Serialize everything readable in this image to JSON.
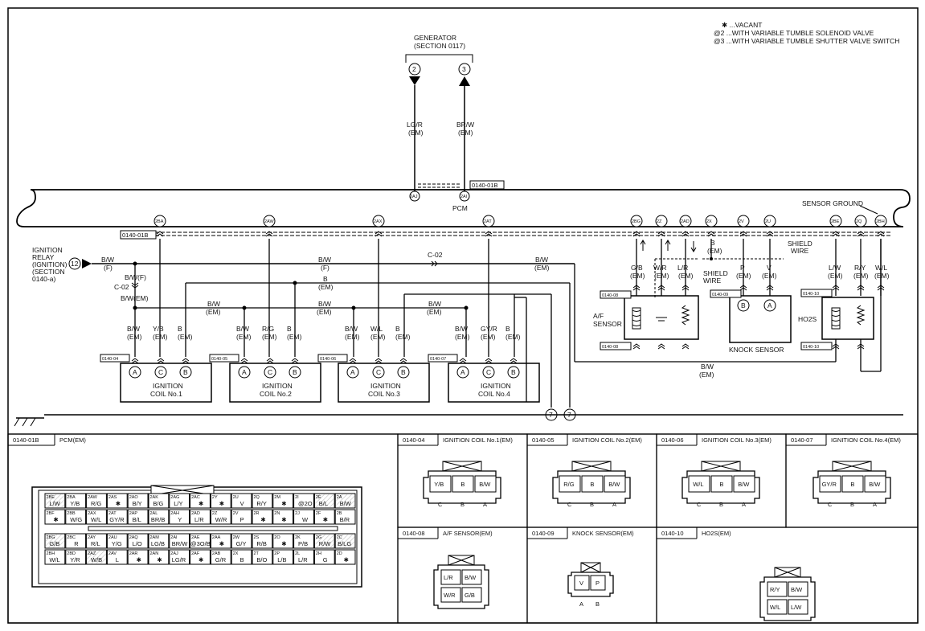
{
  "legend": {
    "lines": [
      "✱ ...VACANT",
      "@2 ...WITH VARIABLE TUMBLE SOLENOID VALVE",
      "@3 ...WITH VARIABLE TUMBLE SHUTTER VALVE SWITCH"
    ]
  },
  "generator": {
    "title": "GENERATOR",
    "section": "(SECTION 0117)",
    "pin_a": "2",
    "pin_b": "3",
    "wire_a": "LG/R",
    "wire_b": "BR/W",
    "harness": "(EM)",
    "connector": "0140-01B",
    "term_a": "2AJ",
    "term_b": "2AI"
  },
  "pcm": {
    "label": "PCM",
    "sensor_ground": "SENSOR GROUND",
    "connector": "0140-01B"
  },
  "pcm_terms": [
    "2BA",
    "2AW",
    "2AX",
    "2AT",
    "2BG",
    "2Z",
    "2AD",
    "2X",
    "2V",
    "2U",
    "2BE",
    "2Q",
    "2BH"
  ],
  "relay": {
    "lines": [
      "IGNITION",
      "RELAY",
      "(IGNITION)",
      "(SECTION",
      "0140-a)"
    ],
    "pin": "12",
    "wire": "B/W",
    "harness": "(F)",
    "joint": "C-02",
    "wire2": "B/W(F)",
    "wire3": "B/W(EM)",
    "c02_mid": "C-02"
  },
  "wires": {
    "bw": "B/W",
    "b": "B",
    "em": "(EM)",
    "f": "(F)",
    "bwem": "B/W\n(EM)"
  },
  "coils": [
    {
      "connector": "0140-04",
      "title": "IGNITION",
      "subtitle": "COIL No.1",
      "w": [
        "B/W",
        "Y/B",
        "B"
      ],
      "pins": [
        "A",
        "C",
        "B"
      ]
    },
    {
      "connector": "0140-05",
      "title": "IGNITION",
      "subtitle": "COIL No.2",
      "w": [
        "B/W",
        "R/G",
        "B"
      ],
      "pins": [
        "A",
        "C",
        "B"
      ]
    },
    {
      "connector": "0140-06",
      "title": "IGNITION",
      "subtitle": "COIL No.3",
      "w": [
        "B/W",
        "W/L",
        "B"
      ],
      "pins": [
        "A",
        "C",
        "B"
      ]
    },
    {
      "connector": "0140-07",
      "title": "IGNITION",
      "subtitle": "COIL No.4",
      "w": [
        "B/W",
        "GY/R",
        "B"
      ],
      "pins": [
        "A",
        "C",
        "B"
      ]
    }
  ],
  "af_sensor": {
    "label": [
      "A/F",
      "SENSOR"
    ],
    "connector": "0140-08",
    "w": [
      "G/B",
      "W/R",
      "L/R"
    ]
  },
  "knock": {
    "label": "KNOCK SENSOR",
    "connector": "0140-09",
    "w": [
      "P",
      "V"
    ],
    "pins": [
      "B",
      "A"
    ],
    "shield": [
      "SHIELD",
      "WIRE"
    ],
    "b_wire": "B",
    "shield2": [
      "SHIELD",
      "WIRE"
    ]
  },
  "ho2s": {
    "label": "HO2S",
    "connector": "0140-10",
    "w": [
      "L/W",
      "R/Y",
      "W/L"
    ]
  },
  "ground_pin": "7",
  "bottom_bw": "B/W",
  "panels": {
    "pcm_conn": {
      "code": "0140-01B",
      "title": "PCM(EM)"
    },
    "c04": {
      "code": "0140-04",
      "title": "IGNITION COIL No.1(EM)",
      "cells": [
        "Y/B",
        "B",
        "B/W"
      ],
      "pins": [
        "C",
        "B",
        "A"
      ]
    },
    "c05": {
      "code": "0140-05",
      "title": "IGNITION COIL No.2(EM)",
      "cells": [
        "R/G",
        "B",
        "B/W"
      ],
      "pins": [
        "C",
        "B",
        "A"
      ]
    },
    "c06": {
      "code": "0140-06",
      "title": "IGNITION COIL No.3(EM)",
      "cells": [
        "W/L",
        "B",
        "B/W"
      ],
      "pins": [
        "C",
        "B",
        "A"
      ]
    },
    "c07": {
      "code": "0140-07",
      "title": "IGNITION COIL No.4(EM)",
      "cells": [
        "GY/R",
        "B",
        "B/W"
      ],
      "pins": [
        "C",
        "B",
        "A"
      ]
    },
    "c08": {
      "code": "0140-08",
      "title": "A/F SENSOR(EM)",
      "cells": [
        "L/R",
        "B/W",
        "W/R",
        "G/B"
      ]
    },
    "c09": {
      "code": "0140-09",
      "title": "KNOCK SENSOR(EM)",
      "cells": [
        "V",
        "P"
      ],
      "pins": [
        "A",
        "B"
      ]
    },
    "c10": {
      "code": "0140-10",
      "title": "HO2S(EM)",
      "cells": [
        "R/Y",
        "B/W",
        "W/L",
        "L/W"
      ]
    }
  },
  "pcm_grid": {
    "rows": [
      [
        [
          "2BE",
          "L/W"
        ],
        [
          "2BA",
          "Y/B"
        ],
        [
          "2AW",
          "R/G"
        ],
        [
          "2AS",
          "✱"
        ],
        [
          "2AO",
          "B/Y"
        ],
        [
          "2AK",
          "B/G"
        ],
        [
          "2AG",
          "L/Y"
        ],
        [
          "2AC",
          "✱"
        ],
        [
          "2Y",
          "✱"
        ],
        [
          "2U",
          "V"
        ],
        [
          "2Q",
          "R/Y"
        ],
        [
          "2M",
          "✱"
        ],
        [
          "2I",
          "@2O"
        ],
        [
          "2E",
          "B/L"
        ],
        [
          "2A",
          "B/W"
        ]
      ],
      [
        [
          "2BF",
          "✱"
        ],
        [
          "2BB",
          "W/G"
        ],
        [
          "2AX",
          "W/L"
        ],
        [
          "2AT",
          "GY/R"
        ],
        [
          "2AP",
          "B/L"
        ],
        [
          "2AL",
          "BR/B"
        ],
        [
          "2AH",
          "Y"
        ],
        [
          "2AD",
          "L/R"
        ],
        [
          "2Z",
          "W/R"
        ],
        [
          "2V",
          "P"
        ],
        [
          "2R",
          "✱"
        ],
        [
          "2N",
          "✱"
        ],
        [
          "2J",
          "W"
        ],
        [
          "2F",
          "✱"
        ],
        [
          "2B",
          "B/R"
        ]
      ],
      [
        [
          "2BG",
          "G/B"
        ],
        [
          "2BC",
          "R"
        ],
        [
          "2AY",
          "R/L"
        ],
        [
          "2AU",
          "Y/G"
        ],
        [
          "2AQ",
          "L/O"
        ],
        [
          "2AM",
          "LG/B"
        ],
        [
          "2AI",
          "BR/W"
        ],
        [
          "2AE",
          "@3O/B"
        ],
        [
          "2AA",
          "✱"
        ],
        [
          "2W",
          "G/Y"
        ],
        [
          "2S",
          "R/B"
        ],
        [
          "2O",
          "✱"
        ],
        [
          "2K",
          "P/B"
        ],
        [
          "2G",
          "R/W"
        ],
        [
          "2C",
          "B/LG"
        ]
      ],
      [
        [
          "2BH",
          "W/L"
        ],
        [
          "2BD",
          "Y/R"
        ],
        [
          "2AZ",
          "W/B"
        ],
        [
          "2AV",
          "L"
        ],
        [
          "2AR",
          "✱"
        ],
        [
          "2AN",
          "✱"
        ],
        [
          "2AJ",
          "LG/R"
        ],
        [
          "2AF",
          "✱"
        ],
        [
          "2AB",
          "G/R"
        ],
        [
          "2X",
          "B"
        ],
        [
          "2T",
          "B/O"
        ],
        [
          "2P",
          "L/B"
        ],
        [
          "2L",
          "L/R"
        ],
        [
          "2H",
          "G"
        ],
        [
          "2D",
          "✱"
        ]
      ]
    ]
  }
}
